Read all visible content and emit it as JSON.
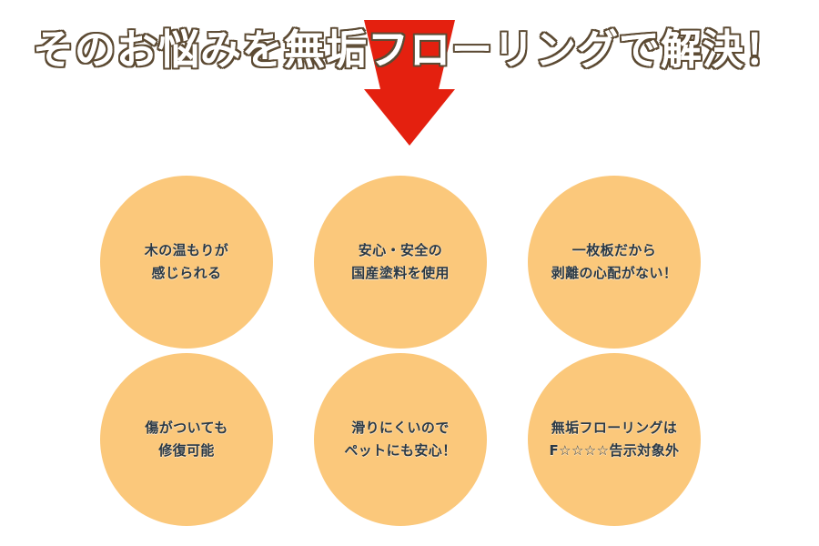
{
  "colors": {
    "background": "#ffffff",
    "arrow": "#e4200f",
    "circle_fill": "#fbc87b",
    "circle_text": "#2b3945",
    "headline_fill": "#ffffff",
    "headline_outline": "#5c4a33"
  },
  "headline": {
    "text": "そのお悩みを無垢フローリングで解決！"
  },
  "arrow": {
    "icon": "down-arrow-icon",
    "direction": "down"
  },
  "benefits": [
    {
      "index": 1,
      "lines": [
        "木の温もりが",
        "感じられる"
      ]
    },
    {
      "index": 2,
      "lines": [
        "安心・安全の",
        "国産塗料を使用"
      ]
    },
    {
      "index": 3,
      "lines": [
        "一枚板だから",
        "剥離の心配がない！"
      ]
    },
    {
      "index": 4,
      "lines": [
        "傷がついても",
        "修復可能"
      ]
    },
    {
      "index": 5,
      "lines": [
        "滑りにくいので",
        "ペットにも安心！"
      ]
    },
    {
      "index": 6,
      "lines": [
        "無垢フローリングは",
        "F☆☆☆☆告示対象外"
      ]
    }
  ]
}
